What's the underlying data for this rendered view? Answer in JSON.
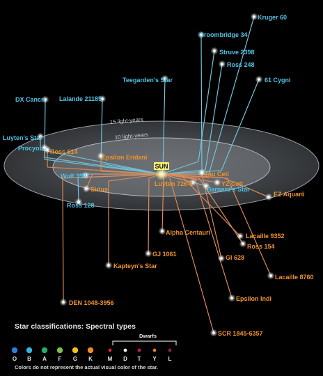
{
  "rings": {
    "outer_label": "15 light-years",
    "inner_label": "10 light-years"
  },
  "sun_label": "SUN",
  "stars": [
    {
      "id": "kruger-60",
      "label": "Kruger 60",
      "color": "blue"
    },
    {
      "id": "groombridge-34",
      "label": "Groombridge 34",
      "color": "blue"
    },
    {
      "id": "struve-2398",
      "label": "Struve 2398",
      "color": "blue"
    },
    {
      "id": "ross-248",
      "label": "Ross 248",
      "color": "blue"
    },
    {
      "id": "61-cygni",
      "label": "61 Cygni",
      "color": "blue"
    },
    {
      "id": "teegardens-star",
      "label": "Teegarden's Star",
      "color": "blue"
    },
    {
      "id": "dx-cancri",
      "label": "DX Cancri",
      "color": "blue"
    },
    {
      "id": "lalande-21185",
      "label": "Lalande 21185",
      "color": "blue"
    },
    {
      "id": "luytens-star",
      "label": "Luyten's Star",
      "color": "blue"
    },
    {
      "id": "procyon",
      "label": "Procyon",
      "color": "blue"
    },
    {
      "id": "ross-614",
      "label": "Ross 614",
      "color": "orange"
    },
    {
      "id": "epsilon-eridani",
      "label": "Epsilon Eridani",
      "color": "orange"
    },
    {
      "id": "wolf-359",
      "label": "Wolf 359",
      "color": "blue"
    },
    {
      "id": "sirius",
      "label": "Sirius",
      "color": "orange"
    },
    {
      "id": "ross-128",
      "label": "Ross 128",
      "color": "blue"
    },
    {
      "id": "tau-ceti",
      "label": "Tau Ceti",
      "color": "orange"
    },
    {
      "id": "yz-ceti",
      "label": "YZ Ceti",
      "color": "orange"
    },
    {
      "id": "barnards-star",
      "label": "Barnard's Star",
      "color": "blue"
    },
    {
      "id": "luyten-726-8",
      "label": "Luyten 726-8",
      "color": "orange"
    },
    {
      "id": "ez-aquarii",
      "label": "EZ Aquarii",
      "color": "orange"
    },
    {
      "id": "alpha-centauri",
      "label": "Alpha Centauri",
      "color": "orange"
    },
    {
      "id": "gj-1061",
      "label": "GJ 1061",
      "color": "orange"
    },
    {
      "id": "lacaille-9352",
      "label": "Lacaille 9352",
      "color": "orange"
    },
    {
      "id": "ross-154",
      "label": "Ross 154",
      "color": "orange"
    },
    {
      "id": "gl-628",
      "label": "Gl 628",
      "color": "orange"
    },
    {
      "id": "kapteyns-star",
      "label": "Kapteyn's Star",
      "color": "orange"
    },
    {
      "id": "lacaille-8760",
      "label": "Lacaille 8760",
      "color": "orange"
    },
    {
      "id": "epsilon-indi",
      "label": "Epsilon Indi",
      "color": "orange"
    },
    {
      "id": "den-1048-3956",
      "label": "DEN 1048-3956",
      "color": "orange"
    },
    {
      "id": "scr-1845-6357",
      "label": "SCR 1845-6357",
      "color": "orange"
    }
  ],
  "colors": {
    "blue": "#4fc3e6",
    "orange": "#f0932b",
    "line_blue": "#6fc6dc",
    "line_orange": "#e08a55",
    "sun": "#fff27a"
  },
  "legend": {
    "title": "Star classifications: Spectral types",
    "dwarfs_label": "Dwarfs",
    "types": [
      {
        "letter": "O",
        "color": "#2e7fd6"
      },
      {
        "letter": "B",
        "color": "#35b4e0"
      },
      {
        "letter": "A",
        "color": "#1fae6b"
      },
      {
        "letter": "F",
        "color": "#7ac143"
      },
      {
        "letter": "G",
        "color": "#f2c318"
      },
      {
        "letter": "K",
        "color": "#ef8a2b"
      },
      {
        "letter": "M",
        "color": "#d8283a"
      },
      {
        "letter": "D",
        "color": "#f2f2f2"
      },
      {
        "letter": "T",
        "color": "#c2185b"
      },
      {
        "letter": "Y",
        "color": "#e07a3a"
      },
      {
        "letter": "L",
        "color": "#8a2433"
      }
    ],
    "note": "Colors do not represent the actual visual color of the star."
  }
}
